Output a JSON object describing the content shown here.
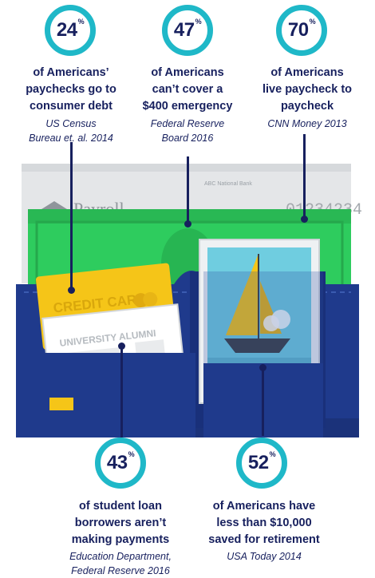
{
  "stats": [
    {
      "value": "24",
      "suffix": "%",
      "text": [
        "of Americans’",
        "paychecks go to",
        "consumer debt"
      ],
      "source": [
        "US Census",
        "Bureau et. al. 2014"
      ]
    },
    {
      "value": "47",
      "suffix": "%",
      "text": [
        "of Americans",
        "can’t cover a",
        "$400 emergency"
      ],
      "source": [
        "Federal Reserve",
        "Board 2016"
      ]
    },
    {
      "value": "70",
      "suffix": "%",
      "text": [
        "of Americans",
        "live paycheck to",
        "paycheck"
      ],
      "source": [
        "CNN Money 2013"
      ]
    },
    {
      "value": "43",
      "suffix": "%",
      "text": [
        "of student loan",
        "borrowers aren’t",
        "making payments"
      ],
      "source": [
        "Education Department,",
        "Federal Reserve 2016"
      ]
    },
    {
      "value": "52",
      "suffix": "%",
      "text": [
        "of Americans have",
        "less than $10,000",
        "saved for retirement"
      ],
      "source": [
        "USA Today 2014"
      ]
    }
  ],
  "illustration": {
    "check_payroll": "Payroll",
    "check_bank": "ABC National Bank",
    "check_number": "01234234",
    "credit_card": "CREDIT CARD",
    "alumni_card": "UNIVERSITY ALUMNI"
  },
  "colors": {
    "navy": "#17205e",
    "teal": "#1fb8c8",
    "wallet": "#1f3a8c",
    "money": "#2ecc5e",
    "card": "#f5c518"
  }
}
